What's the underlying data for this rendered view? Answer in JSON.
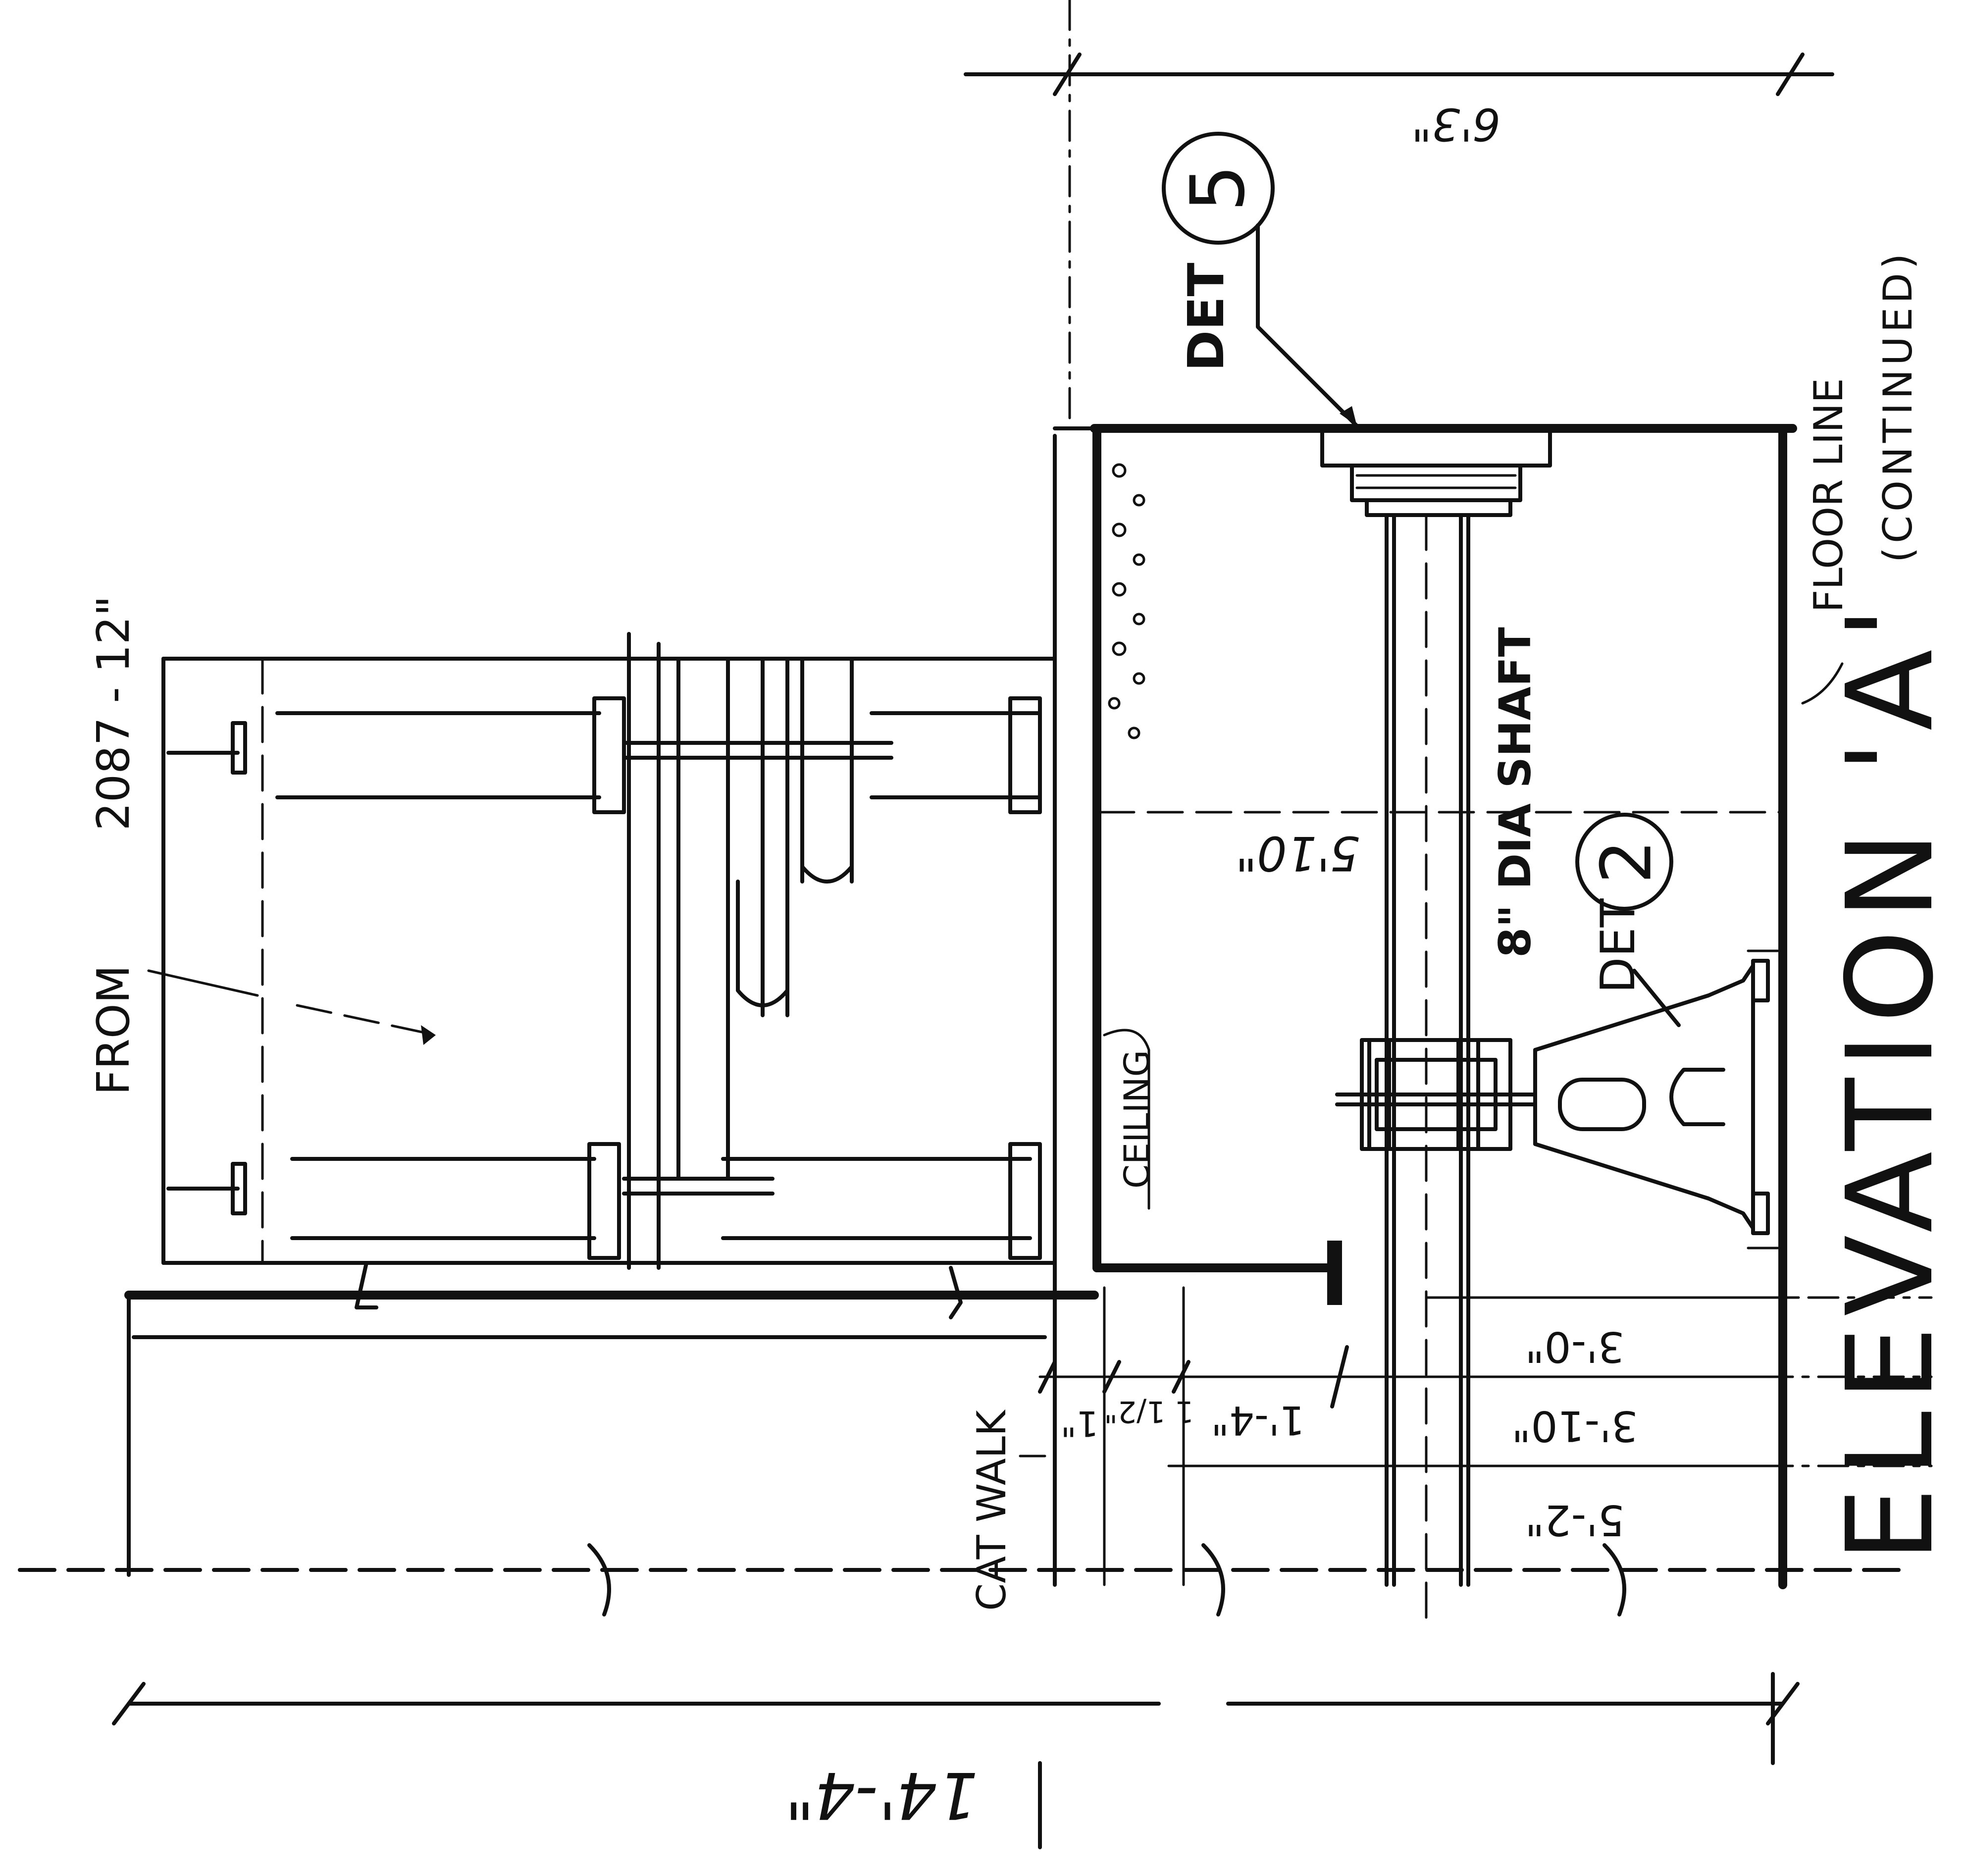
{
  "drawing": {
    "title": "ELEVATION 'A'",
    "subtitle": "(CONTINUED)",
    "floor_line": "FLOOR LINE",
    "ceiling": "CEILING",
    "shaft": "8\" DIA SHAFT",
    "catwalk": "CAT WALK",
    "from": "FROM",
    "ref_number": "2087 - 12\"",
    "detail_5": {
      "prefix": "DET",
      "number": "5"
    },
    "detail_2": {
      "prefix": "DET",
      "number": "2"
    },
    "dimensions": {
      "top": "6'3\"",
      "room_width": "5'10\"",
      "overall": "14'-4\"",
      "d_3_0": "3'-0\"",
      "d_3_10": "3'-10\"",
      "d_5_2": "5'-2\"",
      "d_1_4": "1'-4\"",
      "d_1": "1\"",
      "d_1_half": "1 1/2\""
    }
  }
}
